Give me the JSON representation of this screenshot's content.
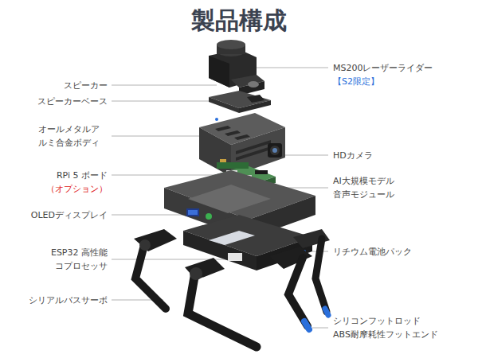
{
  "diagram": {
    "title": "製品構成",
    "labels": [
      "スピーカー",
      "スピーカーベース",
      "オールメタルア ルミ合金ボディ",
      "RPi 5 ボード",
      "（オプション）",
      "OLEDディスプレイ",
      "ESP32 高性能 コプロセッサ",
      "シリアルバスサーボ",
      "MS200レーザーライダー",
      "【S2限定】",
      "HDカメラ",
      "AI大規模モデル 音声モジュール",
      "リチウム電池パック",
      "シリコンフットロッド ABS耐摩耗性フットエンド"
    ]
  }
}
